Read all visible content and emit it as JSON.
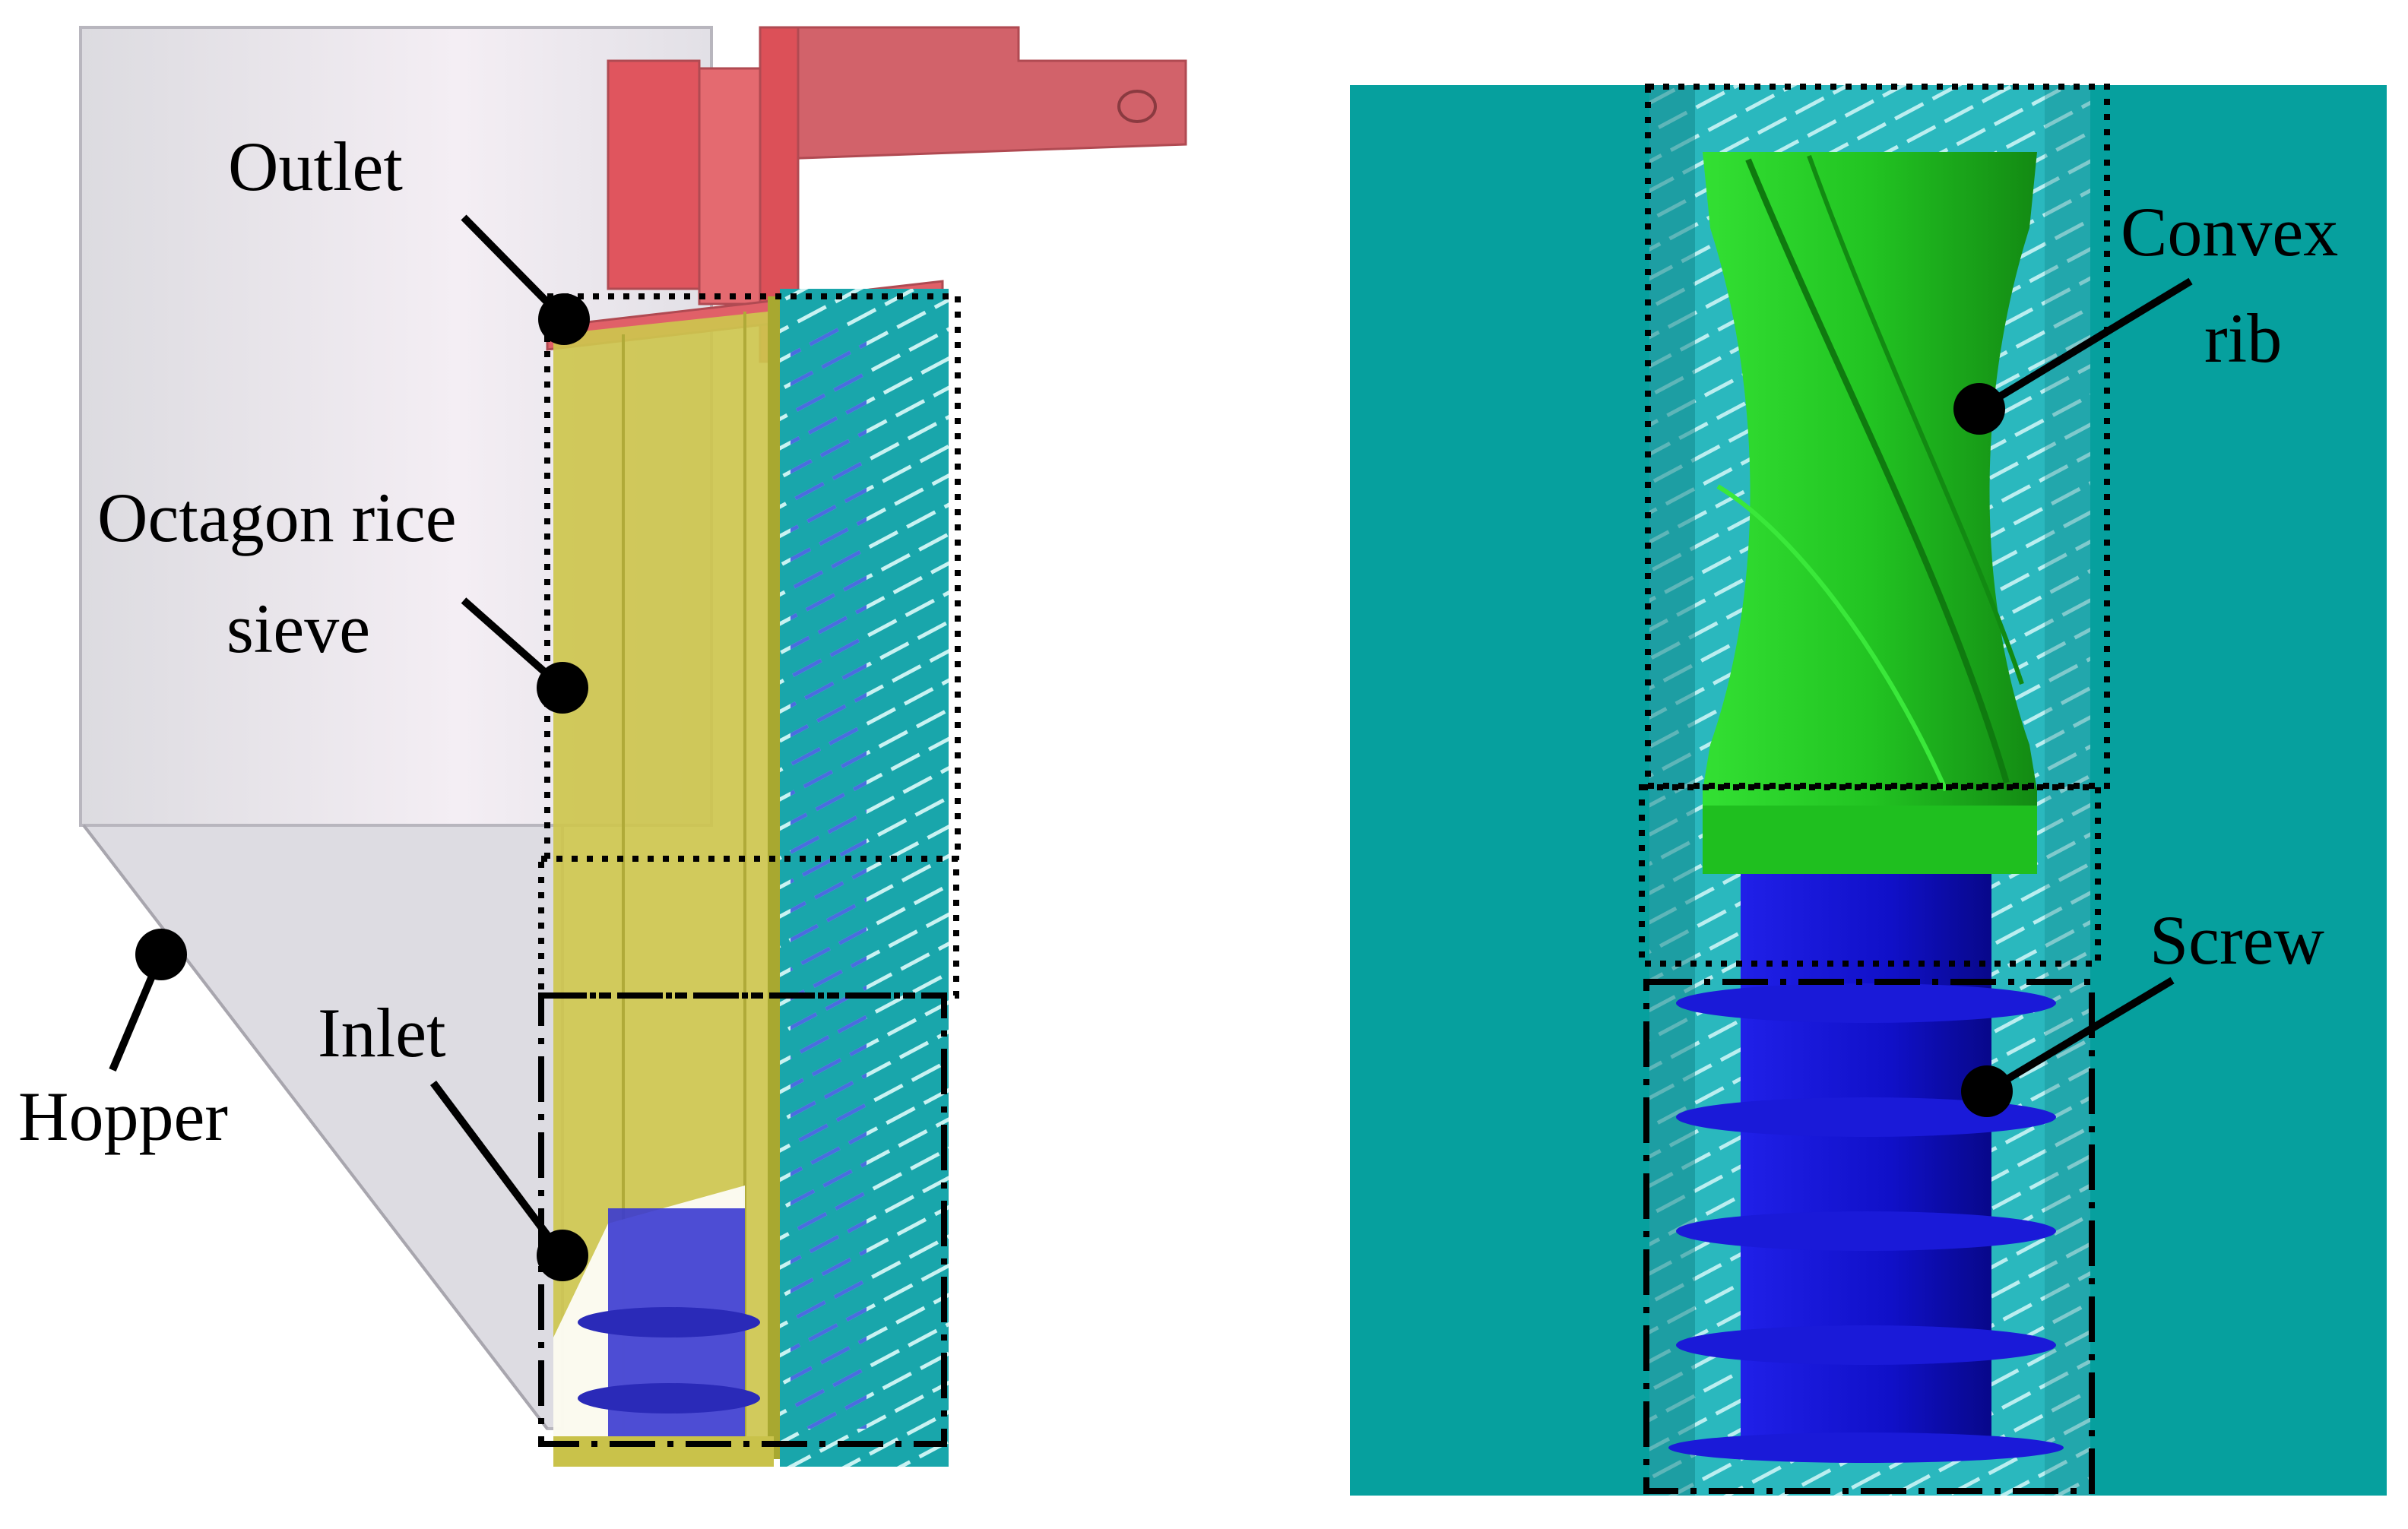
{
  "labels": {
    "outlet": "Outlet",
    "sieve_line1": "Octagon rice",
    "sieve_line2": "sieve",
    "inlet": "Inlet",
    "hopper": "Hopper",
    "convex_line1": "Convex",
    "convex_line2": "rib",
    "screw": "Screw"
  },
  "colors": {
    "hopper_fill": "#e8e6ec",
    "outlet_pipe": "#d2525a",
    "sieve_yellow": "#c9c24a",
    "screen_teal": "#17a3a8",
    "background_teal": "#07a19e",
    "rib_green": "#22cc22",
    "screw_blue": "#1010d0",
    "marker": "#000000"
  }
}
